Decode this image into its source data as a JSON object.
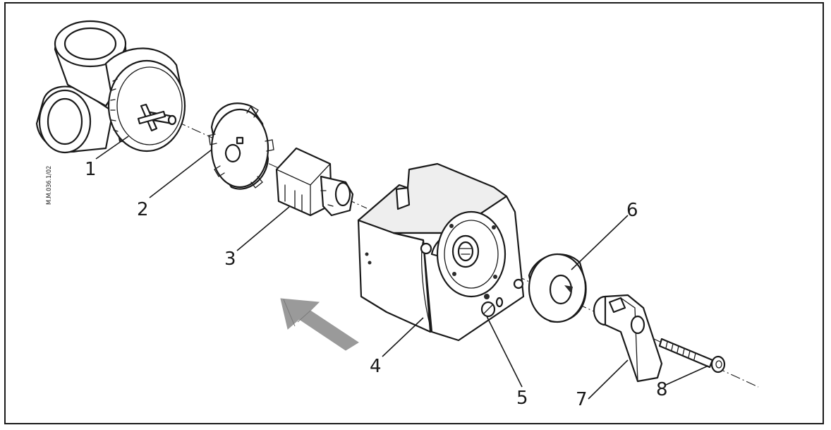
{
  "drawing_code": "M.M.036.1/02",
  "callouts": [
    "1",
    "2",
    "3",
    "4",
    "5",
    "6",
    "7",
    "8"
  ],
  "colors": {
    "line": "#1a1a1a",
    "arrow": "#9a9a9a",
    "background": "#ffffff"
  },
  "direction_indicator": "arrow-icon"
}
